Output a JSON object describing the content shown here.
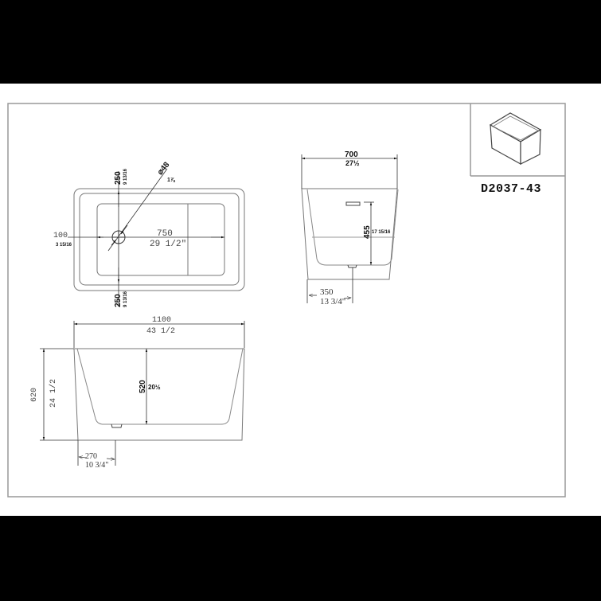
{
  "title_block": {
    "model_number": "D2037-43",
    "thumbnail": "isometric-bathtub-icon"
  },
  "top_view": {
    "overall_length_mm": "750",
    "overall_length_in": "29 1/2\"",
    "drain_diameter_mm": "⌀48",
    "drain_diameter_in": "1⅞",
    "drain_offset_top_mm": "250",
    "drain_offset_top_in": "9 13/16",
    "drain_offset_bottom_mm": "250",
    "drain_offset_bottom_in": "9 13/16",
    "drain_offset_side_mm": "100",
    "drain_offset_side_in": "3 15/16"
  },
  "end_view": {
    "width_mm": "700",
    "width_in": "27½",
    "inner_depth_mm": "455",
    "inner_depth_in": "17 15/16",
    "drain_position_mm": "350",
    "drain_position_in": "13 3/4\""
  },
  "side_view": {
    "length_mm": "1100",
    "length_in": "43 1/2",
    "height_mm": "620",
    "height_in": "24 1/2",
    "inner_depth_mm": "520",
    "inner_depth_in": "20½",
    "drain_position_mm": "270",
    "drain_position_in": "10 3/4\""
  },
  "colors": {
    "background": "#000000",
    "sheet": "#ffffff",
    "line": "#555555",
    "frame": "#999999"
  }
}
